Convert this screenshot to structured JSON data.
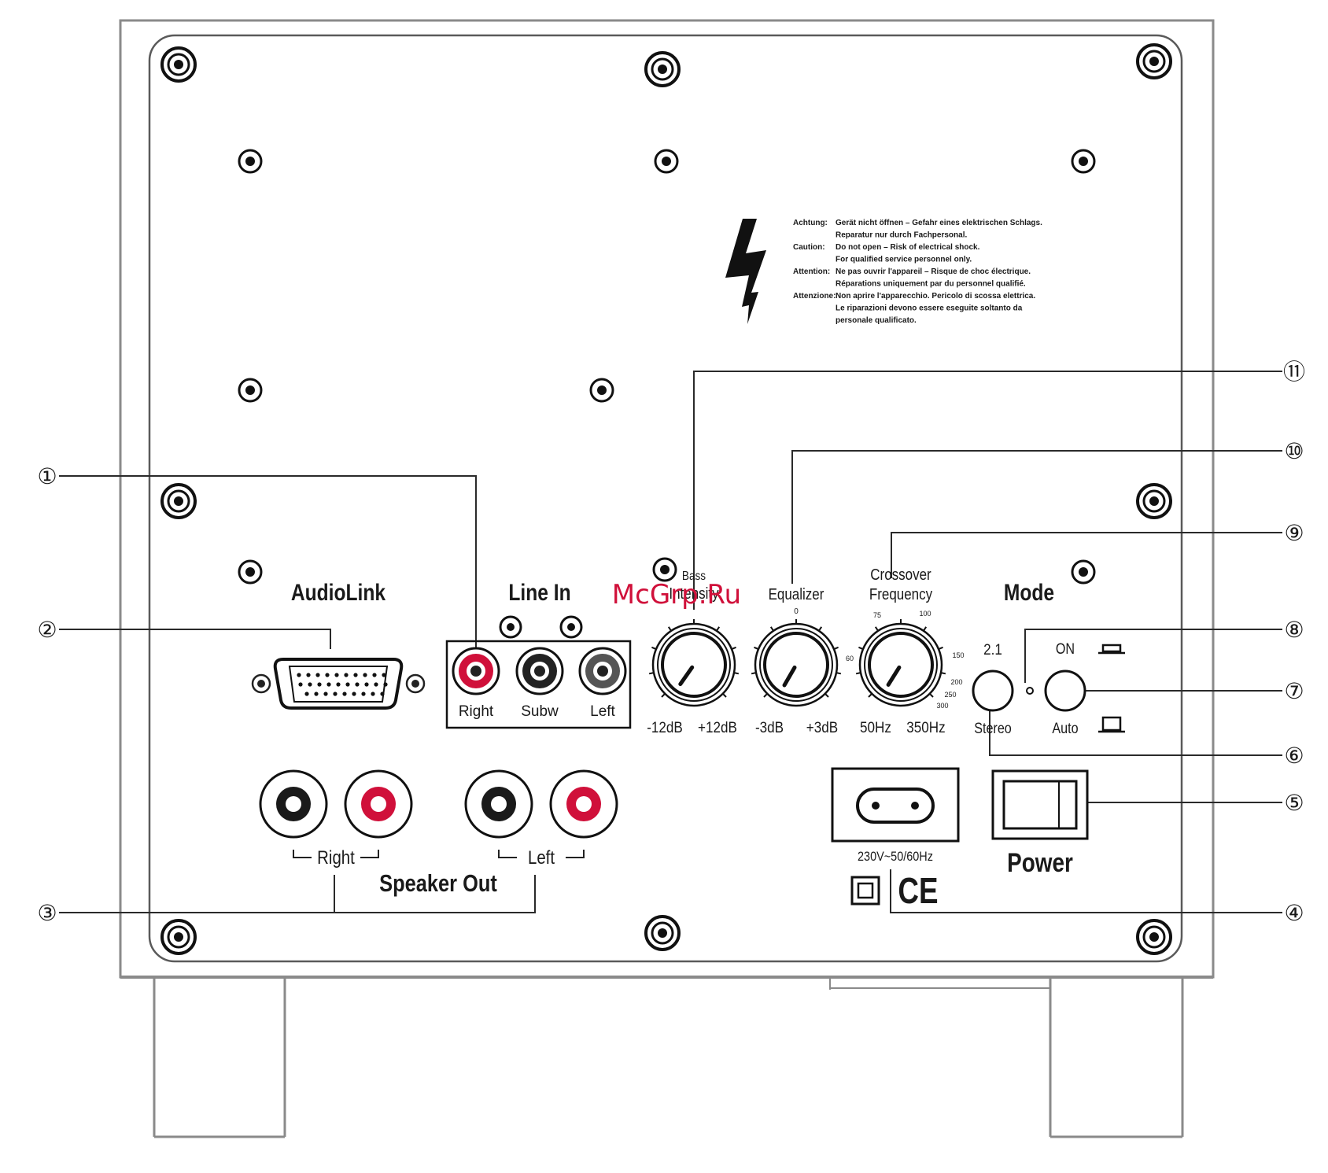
{
  "warning": {
    "lines": [
      {
        "k": "Achtung:",
        "v": "Gerät nicht öffnen – Gefahr eines elektrischen Schlags."
      },
      {
        "k": "",
        "v": "Reparatur nur durch Fachpersonal."
      },
      {
        "k": "Caution:",
        "v": "Do not open – Risk of electrical shock."
      },
      {
        "k": "",
        "v": "For qualified service personnel only."
      },
      {
        "k": "Attention:",
        "v": "Ne pas ouvrir l'appareil – Risque de choc électrique."
      },
      {
        "k": "",
        "v": "Réparations uniquement par du personnel qualifié."
      },
      {
        "k": "Attenzione:",
        "v": "Non aprire l'apparecchio. Pericolo di scossa elettrica."
      },
      {
        "k": "",
        "v": "Le riparazioni devono essere eseguite soltanto da"
      },
      {
        "k": "",
        "v": "personale qualificato."
      }
    ]
  },
  "labels": {
    "audiolink": "AudioLink",
    "line_in": "Line In",
    "line_in_right": "Right",
    "line_in_subw": "Subw",
    "line_in_left": "Left",
    "speaker_right": "Right",
    "speaker_left": "Left",
    "speaker_out": "Speaker Out",
    "bass_intensity_1": "Bass",
    "bass_intensity_2": "Intensity",
    "bass_min": "-12dB",
    "bass_max": "+12dB",
    "equalizer": "Equalizer",
    "eq_min": "-3dB",
    "eq_max": "+3dB",
    "eq_zero": "0",
    "crossover_1": "Crossover",
    "crossover_2": "Frequency",
    "cross_min": "50Hz",
    "cross_max": "350Hz",
    "cross_75": "75",
    "cross_100": "100",
    "cross_150": "150",
    "cross_200": "200",
    "cross_250": "250",
    "cross_300": "300",
    "cross_60": "60",
    "mode": "Mode",
    "mode_21": "2.1",
    "mode_stereo": "Stereo",
    "mode_on": "ON",
    "mode_auto": "Auto",
    "mains": "230V~50/60Hz",
    "ce": "CE",
    "power": "Power",
    "watermark": "McGrp.Ru"
  },
  "callouts": [
    "①",
    "②",
    "③",
    "④",
    "⑤",
    "⑥",
    "⑦",
    "⑧",
    "⑨",
    "⑩",
    "⑪"
  ],
  "colors": {
    "red": "#d0103a",
    "ink": "#1a1a1a",
    "watermark": "#d0103a"
  }
}
